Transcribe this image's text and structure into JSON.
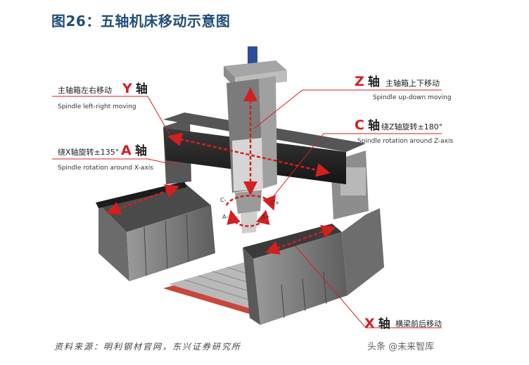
{
  "title": "图26：五轴机床移动示意图",
  "labels": {
    "y_cn": "主轴箱左右移动",
    "y_axis": "Y",
    "y_axis_cn": "轴",
    "y_en": "Spindle left-right moving",
    "a_cn": "绕X轴旋转±135°",
    "a_axis": "A",
    "a_axis_cn": "轴",
    "a_en": "Spindle rotation around X-axis",
    "z_axis": "Z",
    "z_axis_cn": "轴",
    "z_cn": "主轴箱上下移动",
    "z_en": "Spindle up-down moving",
    "c_axis": "C",
    "c_axis_cn": "轴",
    "c_cn": "绕Z轴旋转±180°",
    "c_en": "Spindle rotation around Z-axis",
    "x_axis": "X",
    "x_axis_cn": "轴",
    "x_cn": "横梁前后移动"
  },
  "rotation_marks": {
    "c_minus": "C-",
    "c_plus": "C+",
    "a_minus": "A-",
    "a_plus": "A+"
  },
  "footer": "资料来源：明利钢材官网，东兴证券研究所",
  "watermark": "头条 @未来智库",
  "colors": {
    "title": "#1f4e79",
    "axis_red": "#d41f1f",
    "machine_dark": "#2b2b2b",
    "machine_grey": "#7a7a7a",
    "table_red": "#c8463a"
  }
}
